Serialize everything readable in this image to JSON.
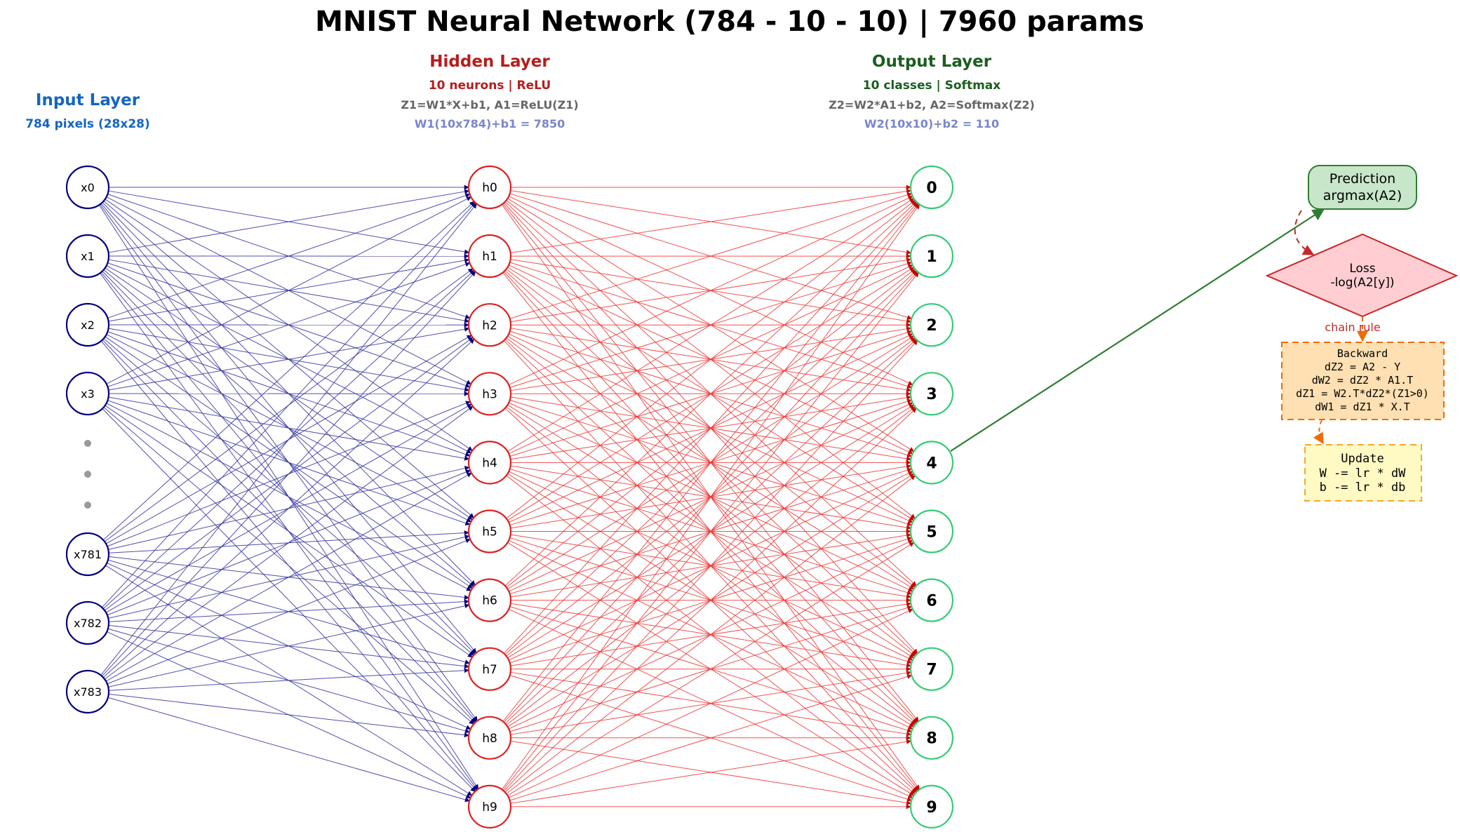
{
  "title": "MNIST Neural Network  (784 - 10 - 10)  |  7960 params",
  "input_layer": {
    "title": "Input Layer",
    "subtitle": "784 pixels (28x28)",
    "nodes_top": [
      "x0",
      "x1",
      "x2",
      "x3"
    ],
    "nodes_bottom": [
      "x781",
      "x782",
      "x783"
    ],
    "color": "#000080",
    "title_color": "#1565c0"
  },
  "hidden_layer": {
    "title": "Hidden Layer",
    "subtitle": "10 neurons | ReLU",
    "formula": "Z1=W1*X+b1, A1=ReLU(Z1)",
    "params": "W1(10x784)+b1 = 7850",
    "nodes": [
      "h0",
      "h1",
      "h2",
      "h3",
      "h4",
      "h5",
      "h6",
      "h7",
      "h8",
      "h9"
    ],
    "color": "#dd2222",
    "title_color": "#b71c1c"
  },
  "output_layer": {
    "title": "Output Layer",
    "subtitle": "10 classes | Softmax",
    "formula": "Z2=W2*A1+b2, A2=Softmax(Z2)",
    "params": "W2(10x10)+b2 = 110",
    "nodes": [
      "0",
      "1",
      "2",
      "3",
      "4",
      "5",
      "6",
      "7",
      "8",
      "9"
    ],
    "color": "#33cc77",
    "title_color": "#1b5e20"
  },
  "flow": {
    "prediction": {
      "line1": "Prediction",
      "line2": "argmax(A2)"
    },
    "loss": {
      "line1": "Loss",
      "line2": "-log(A2[y])"
    },
    "chain_rule": "chain rule",
    "backward": {
      "title": "Backward",
      "lines": [
        "dZ2 = A2 - Y",
        "dW2 = dZ2 * A1.T",
        "dZ1 = W2.T*dZ2*(Z1>0)",
        "dW1 = dZ1 * X.T"
      ]
    },
    "update": {
      "title": "Update",
      "lines": [
        "W -= lr * dW",
        "b -= lr * db"
      ]
    }
  },
  "colors": {
    "input_edge": "#3030a0",
    "hidden_edge": "#ee3333",
    "formula_gray": "#666666",
    "params_blue": "#7986cb",
    "prediction_fill": "#c8e6c9",
    "prediction_stroke": "#2e7d32",
    "loss_fill": "#ffcdd2",
    "loss_stroke": "#c62828",
    "backward_fill": "#ffe0b2",
    "backward_stroke": "#ef6c00",
    "update_fill": "#fff9c4",
    "update_stroke": "#f9a825",
    "dots": "#999999"
  }
}
